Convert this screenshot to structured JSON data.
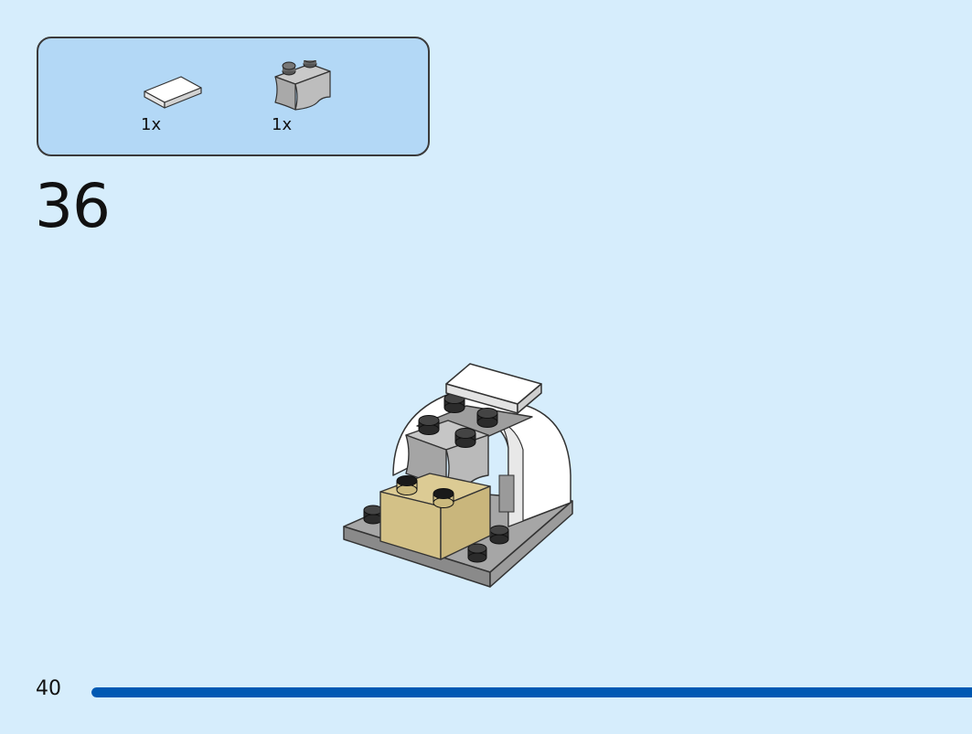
{
  "parts": [
    {
      "name": "white-tile-1x2",
      "color": "#ffffff",
      "quantity_label": "1x"
    },
    {
      "name": "grey-masonry-brick-1x2",
      "color": "#b4b4b4",
      "quantity_label": "1x"
    }
  ],
  "step": {
    "number": "36"
  },
  "page": {
    "number": "40",
    "progress_fraction": 1.0,
    "accent_color": "#0059b3"
  }
}
